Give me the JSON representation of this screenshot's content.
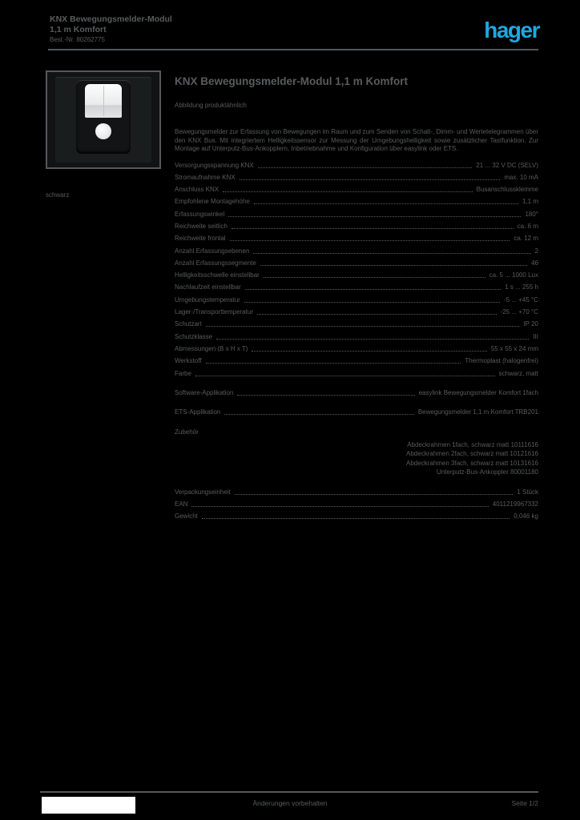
{
  "page": {
    "background_color": "#000000",
    "text_color": "#595b5d",
    "accent_color": "#1da9de"
  },
  "header": {
    "product_line1": "KNX Bewegungsmelder-Modul",
    "product_line2": "1,1 m Komfort",
    "order_ref": "Best.-Nr. 80262775",
    "logo_text": "hager"
  },
  "product_image": {
    "caption": "schwarz"
  },
  "main": {
    "title": "KNX Bewegungsmelder-Modul 1,1 m Komfort",
    "illustration_note": "Abbildung produktähnlich",
    "description": "Bewegungsmelder zur Erfassung von Bewegungen im Raum und zum Senden von Schalt-, Dimm- und Wertetelegrammen über den KNX Bus. Mit integriertem Helligkeitssensor zur Messung der Umgebungshelligkeit sowie zusätzlicher Tastfunktion. Zur Montage auf Unterputz-Bus-Ankopplern, Inbetriebnahme und Konfiguration über easylink oder ETS.",
    "specs": [
      {
        "label": "Versorgungsspannung KNX",
        "value": "21 ... 32 V DC (SELV)"
      },
      {
        "label": "Stromaufnahme KNX",
        "value": "max. 10 mA"
      },
      {
        "label": "Anschluss KNX",
        "value": "Busanschlussklemme"
      },
      {
        "label": "Empfohlene Montagehöhe",
        "value": "1,1 m"
      },
      {
        "label": "Erfassungswinkel",
        "value": "180°"
      },
      {
        "label": "Reichweite seitlich",
        "value": "ca. 6 m"
      },
      {
        "label": "Reichweite frontal",
        "value": "ca. 12 m"
      },
      {
        "label": "Anzahl Erfassungsebenen",
        "value": "2"
      },
      {
        "label": "Anzahl Erfassungssegmente",
        "value": "46"
      },
      {
        "label": "Helligkeitsschwelle einstellbar",
        "value": "ca. 5 ... 1000 Lux"
      },
      {
        "label": "Nachlaufzeit einstellbar",
        "value": "1 s ... 255 h"
      },
      {
        "label": "Umgebungstemperatur",
        "value": "-5 ... +45 °C"
      },
      {
        "label": "Lager-/Transporttemperatur",
        "value": "-25 ... +70 °C"
      },
      {
        "label": "Schutzart",
        "value": "IP 20"
      },
      {
        "label": "Schutzklasse",
        "value": "III"
      },
      {
        "label": "Abmessungen (B x H x T)",
        "value": "55 x 55 x 24 mm"
      },
      {
        "label": "Werkstoff",
        "value": "Thermoplast (halogenfrei)"
      },
      {
        "label": "Farbe",
        "value": "schwarz, matt"
      }
    ],
    "extra_specs": [
      {
        "label": "Software-Applikation",
        "value": "easylink Bewegungsmelder Komfort 1fach"
      },
      {
        "label": "ETS-Applikation",
        "value": "Bewegungsmelder 1,1 m Komfort TRB201"
      }
    ],
    "accessories": {
      "label": "Zubehör",
      "items": [
        "Abdeckrahmen 1fach, schwarz matt 10111616",
        "Abdeckrahmen 2fach, schwarz matt 10121616",
        "Abdeckrahmen 3fach, schwarz matt 10131616",
        "Unterputz-Bus-Ankoppler 80001180"
      ]
    },
    "logistics": [
      {
        "label": "Verpackungseinheit",
        "value": "1 Stück"
      },
      {
        "label": "EAN",
        "value": "4011219967332"
      },
      {
        "label": "Gewicht",
        "value": "0,046 kg"
      }
    ]
  },
  "footer": {
    "note": "Änderungen vorbehalten",
    "page_indicator": "Seite 1/2"
  }
}
